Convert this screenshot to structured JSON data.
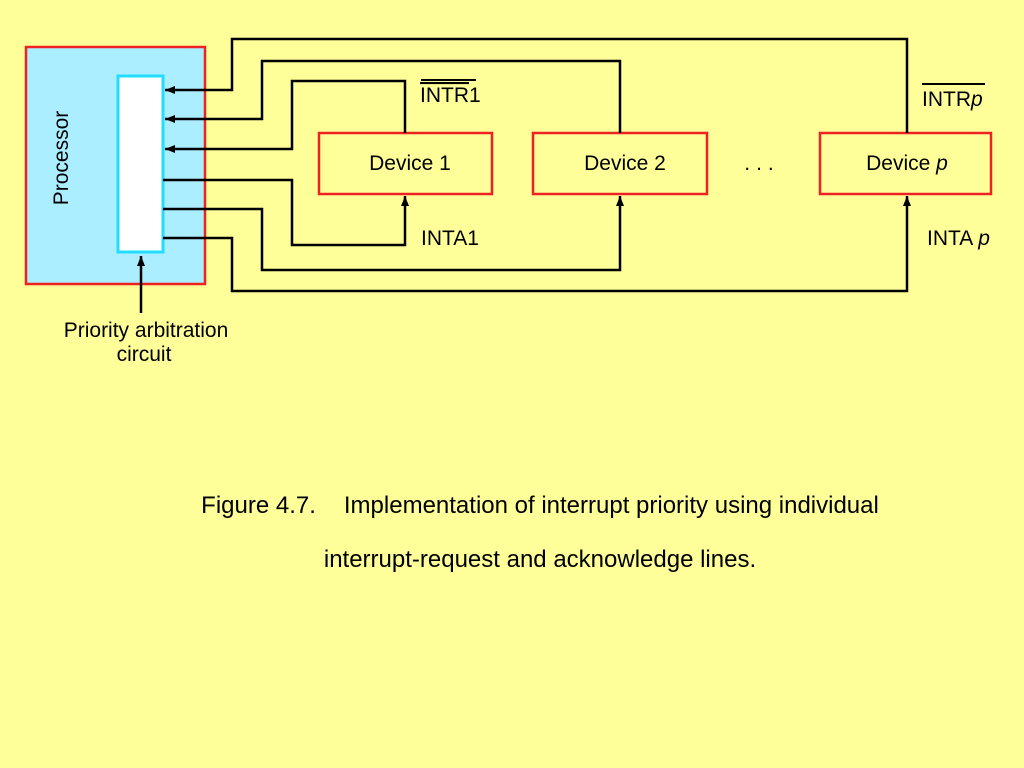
{
  "colors": {
    "background": "#ffff99",
    "processor_fill": "#aaeeff",
    "box_border": "#ee2222",
    "arbiter_border": "#22ddff",
    "line": "#000000"
  },
  "processor": {
    "label": "Processor"
  },
  "arbiter": {
    "label_line1": "Priority arbitration",
    "label_line2": "circuit"
  },
  "devices": [
    {
      "prefix": "Device ",
      "suffix": "1",
      "suffix_italic": false
    },
    {
      "prefix": "Device ",
      "suffix": "2",
      "suffix_italic": false
    },
    {
      "prefix": "Device ",
      "suffix": "p",
      "suffix_italic": true
    }
  ],
  "ellipsis": "...",
  "signals": {
    "intr1": {
      "base": "INTR",
      "suffix": "1"
    },
    "intrp": {
      "base": "INTR",
      "suffix": "p"
    },
    "inta1": {
      "base": "INTA",
      "suffix": "1"
    },
    "intap": {
      "base": "INTA",
      "suffix": "p"
    }
  },
  "caption": {
    "figure_number": "Figure 4.7.",
    "line1": "Implementation of interrupt priority using individual",
    "line2": "interrupt-request and acknowledge lines."
  }
}
